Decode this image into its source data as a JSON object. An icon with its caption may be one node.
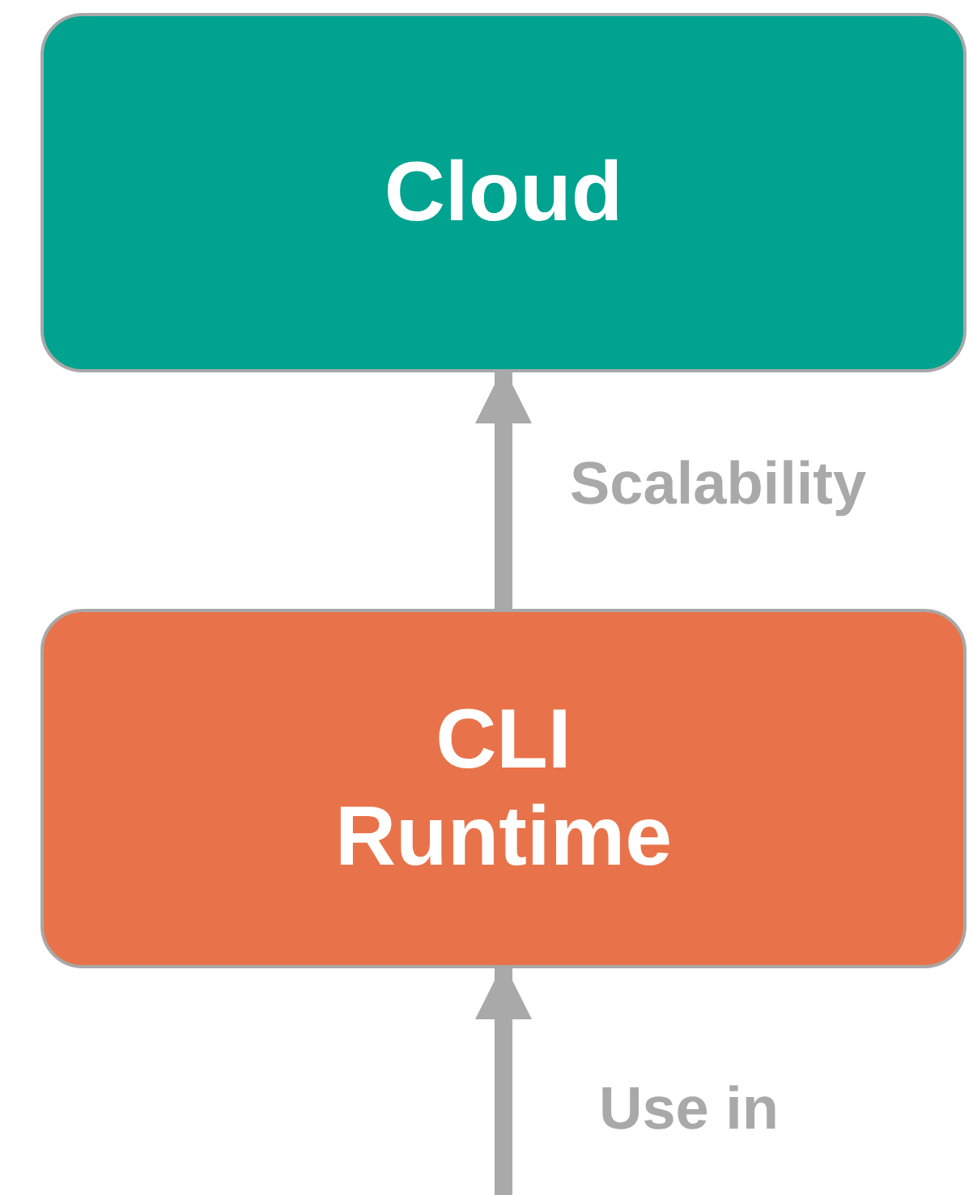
{
  "diagram": {
    "nodes": [
      {
        "text": [
          "Cloud"
        ]
      },
      {
        "text": [
          "CLI Runtime"
        ]
      }
    ],
    "edges": [
      {
        "from": 1,
        "to": 0,
        "arrow": "to",
        "label": "Scalability"
      },
      {
        "from": null,
        "to": 1,
        "arrow": "to",
        "label": "Use in"
      }
    ]
  }
}
